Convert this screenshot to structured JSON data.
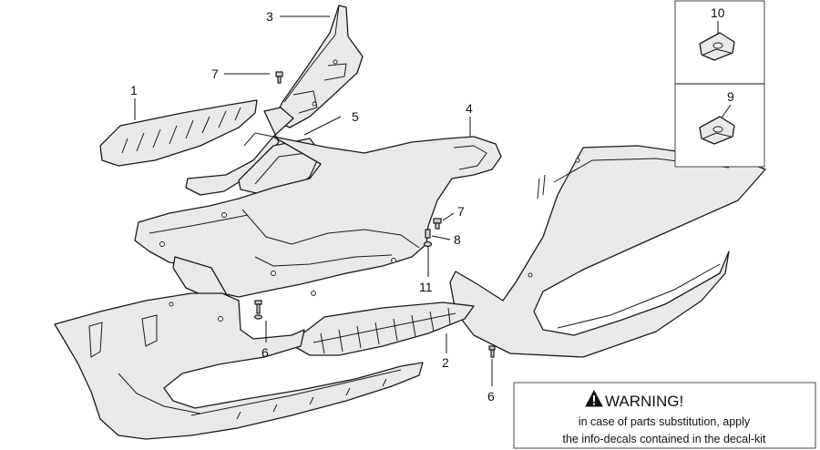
{
  "callouts": {
    "c1": "1",
    "c2": "2",
    "c3": "3",
    "c4": "4",
    "c5": "5",
    "c6a": "6",
    "c6b": "6",
    "c7a": "7",
    "c7b": "7",
    "c8": "8",
    "c9": "9",
    "c10": "10",
    "c11": "11"
  },
  "warning": {
    "icon": "warning-triangle-icon",
    "title": "WARNING!",
    "line1": "in case of parts substitution, apply",
    "line2": "the info-decals contained in the decal-kit"
  }
}
